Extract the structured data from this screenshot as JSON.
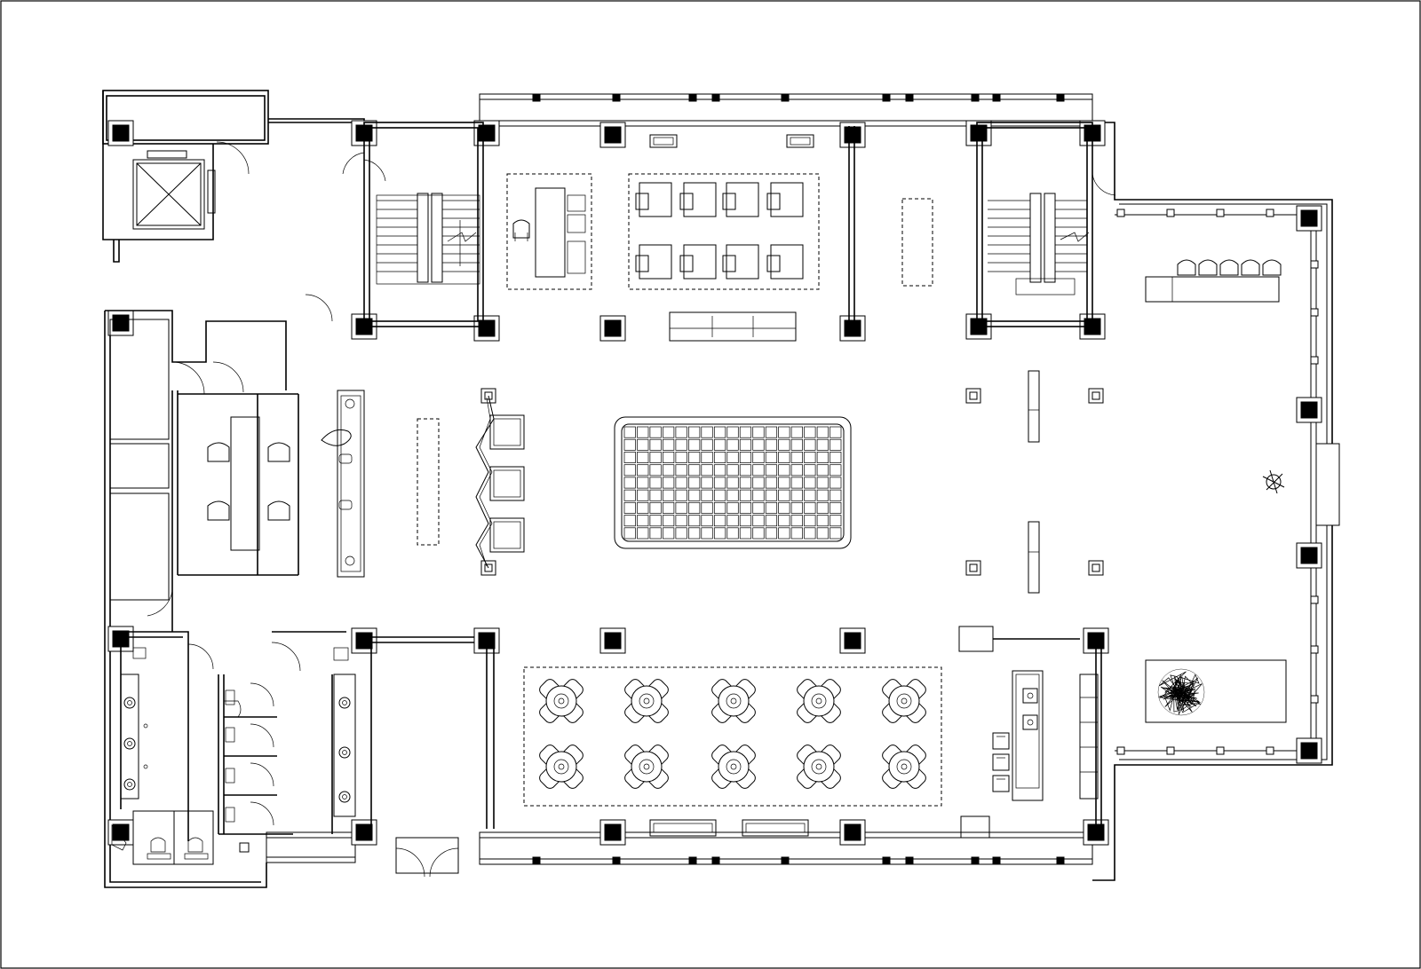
{
  "drawing": {
    "kind": "architectural floor plan",
    "text_labels": [],
    "colors": {
      "line": "#000000",
      "background": "#ffffff"
    }
  },
  "furniture": {
    "lounge_armchairs": 3,
    "dining_tables": 10,
    "chairs_per_dining_table": 4,
    "work_desks": 8,
    "bar_stools": 3,
    "waiting_seats": 5
  }
}
